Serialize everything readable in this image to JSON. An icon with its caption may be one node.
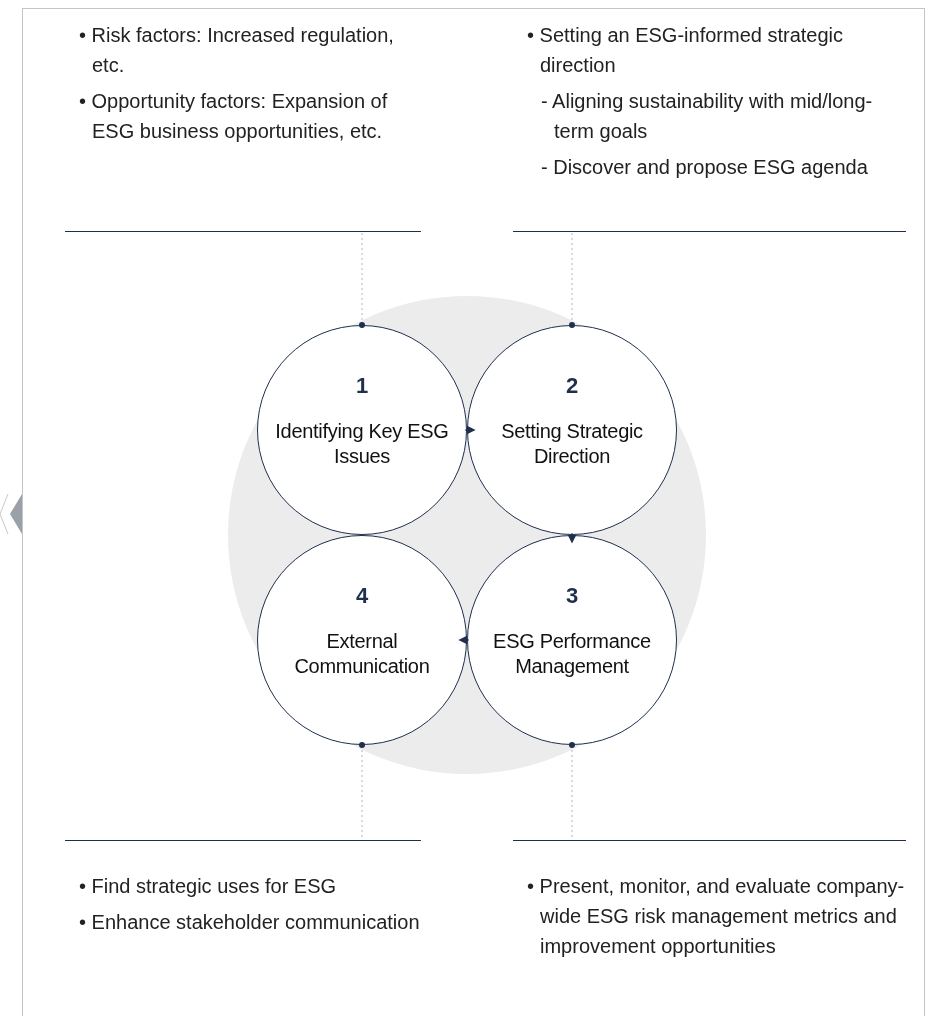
{
  "diagram": {
    "nodes": [
      {
        "text": [
          "• Risk factors: Increased regulation, etc.",
          "• Opportunity factors: Expansion of ESG business opportunities, etc."
        ]
      },
      {
        "text": [
          "• Setting an ESG-informed strategic direction",
          "- Aligning sustainability with mid/long-term goals",
          "- Discover and propose ESG agenda"
        ]
      },
      {
        "text": [
          "1",
          "Identifying Key ESG Issues"
        ]
      },
      {
        "text": [
          "2",
          "Setting Strategic Direction"
        ]
      },
      {
        "text": [
          "4",
          "External Communication"
        ]
      },
      {
        "text": [
          "3",
          "ESG Performance Management"
        ]
      },
      {
        "text": [
          "• Find strategic uses for ESG",
          "• Enhance stakeholder communication"
        ]
      },
      {
        "text": [
          "• Present, monitor, and evaluate company-wide ESG risk management metrics and improvement opportunities"
        ]
      }
    ],
    "edges": [
      {
        "from": 2,
        "to": 3,
        "arrow": "to",
        "color": "#1f2f4d"
      },
      {
        "from": 3,
        "to": 5,
        "arrow": "to",
        "color": "#1f2f4d"
      },
      {
        "from": 5,
        "to": 4,
        "arrow": "to",
        "color": "#1f2f4d"
      },
      {
        "from": 2,
        "to": 0,
        "arrow": "other",
        "style": "dashed"
      },
      {
        "from": 3,
        "to": 1,
        "arrow": "other",
        "style": "dashed"
      },
      {
        "from": 4,
        "to": 6,
        "arrow": "other",
        "style": "dashed"
      },
      {
        "from": 5,
        "to": 7,
        "arrow": "other",
        "style": "dashed"
      }
    ]
  }
}
